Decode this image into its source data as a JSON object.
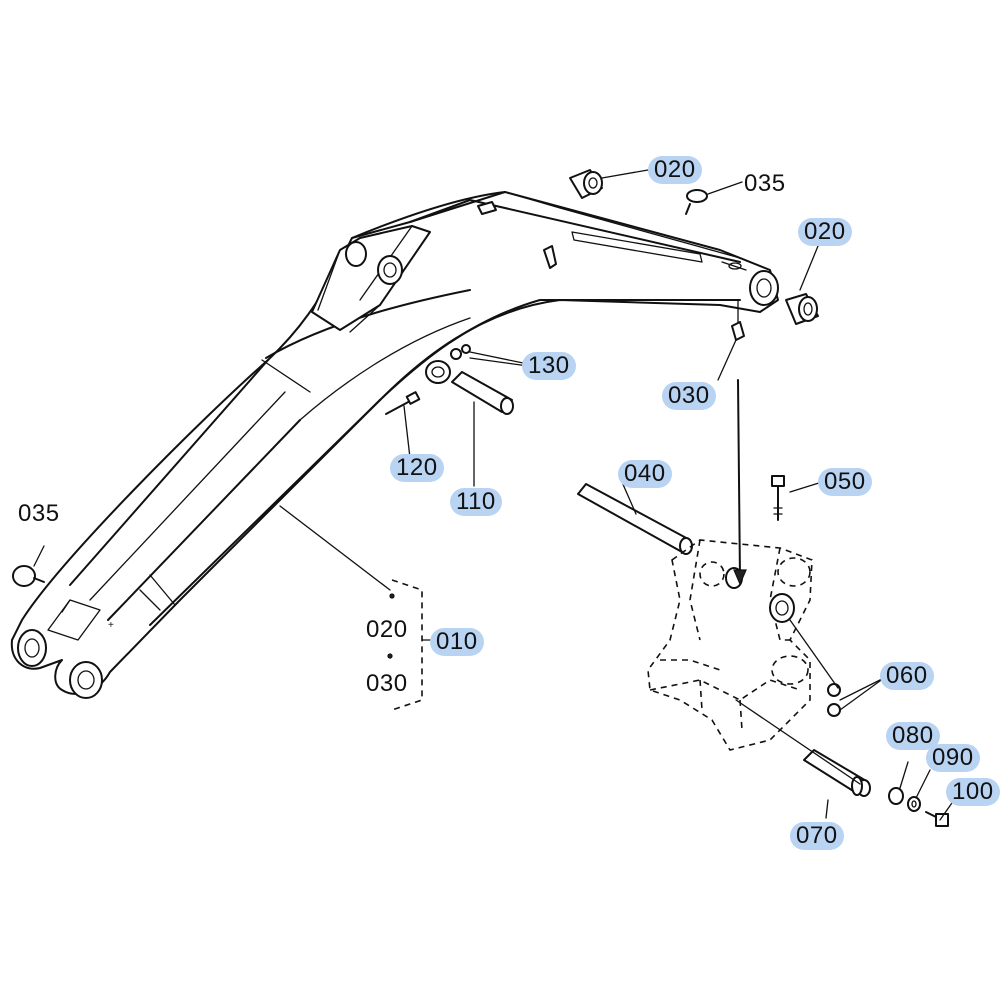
{
  "callouts": {
    "p020_top": "020",
    "p035_top": "035",
    "p020_right": "020",
    "p030": "030",
    "p130": "130",
    "p120": "120",
    "p110": "110",
    "p040": "040",
    "p050": "050",
    "p035_left": "035",
    "p010": "010",
    "p060": "060",
    "p080": "080",
    "p090": "090",
    "p100": "100",
    "p070": "070"
  },
  "group_note": {
    "line1": "020",
    "line2": "030"
  },
  "highlight_color": "#b9d3f2"
}
